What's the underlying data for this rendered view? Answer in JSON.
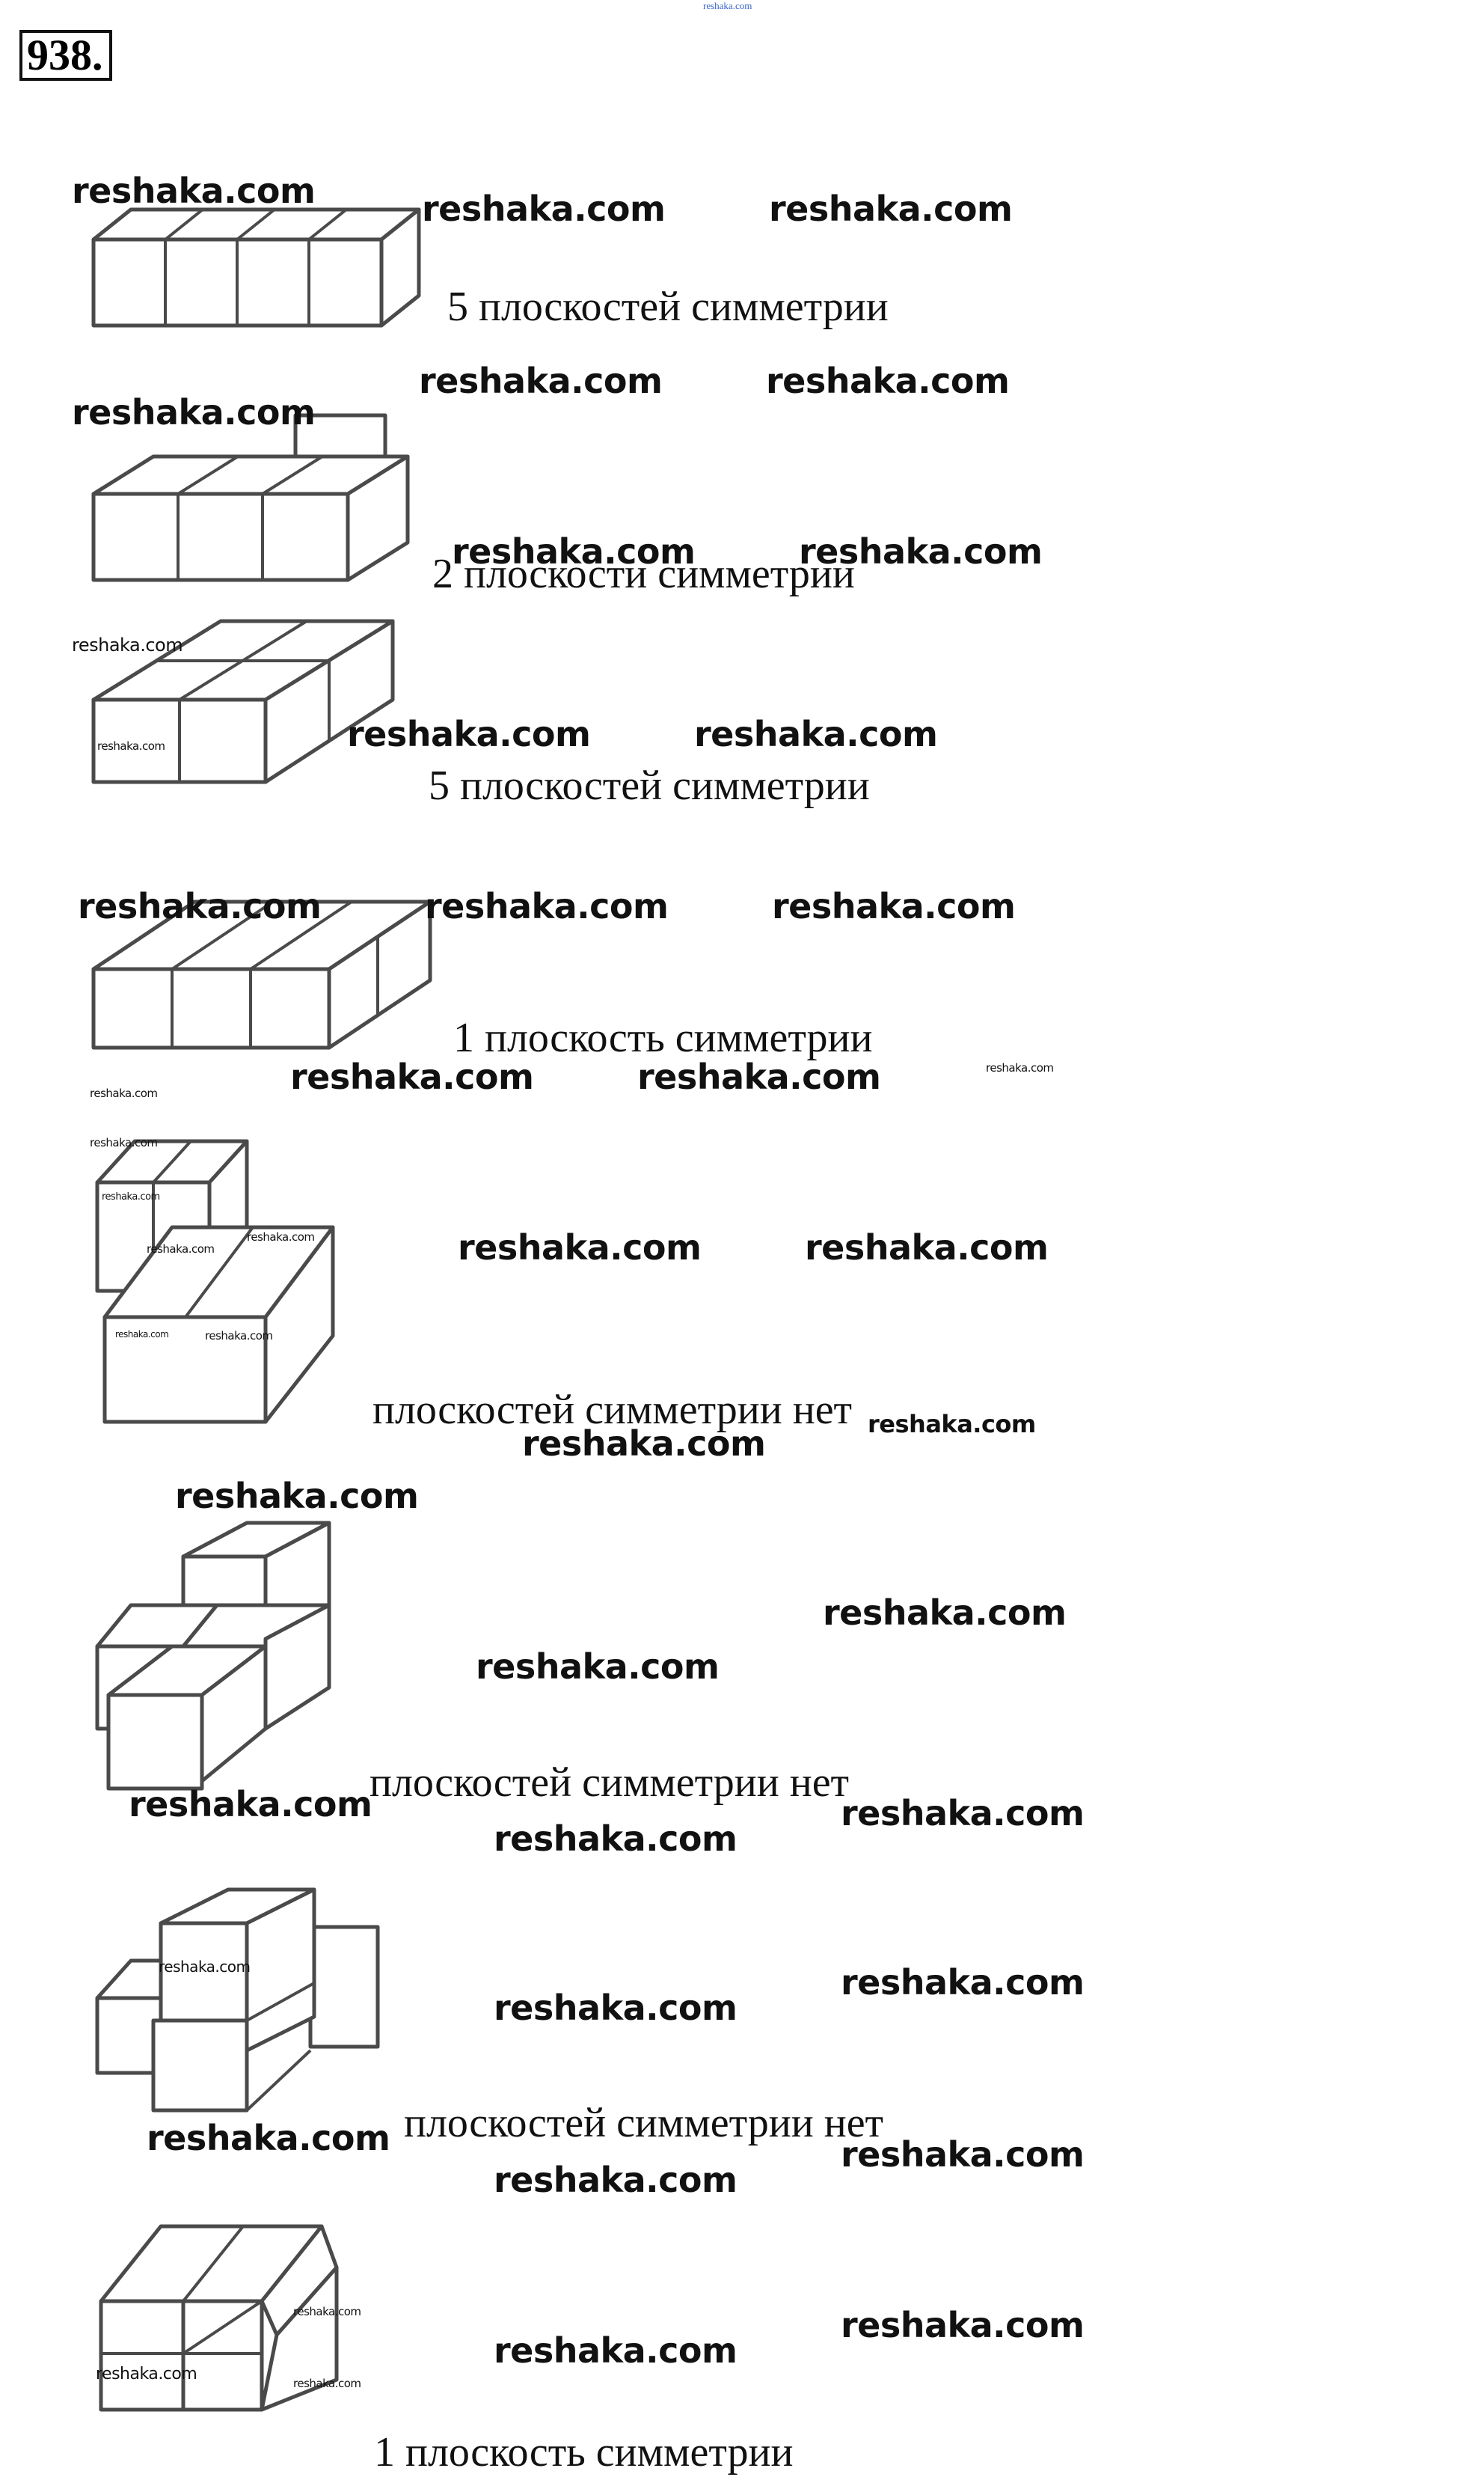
{
  "problem_number": "938.",
  "header_watermark": "reshaka.com",
  "watermark_text": "reshaka.com",
  "figures": [
    {
      "caption": "5 плоскостей симметрии"
    },
    {
      "caption": "2 плоскости симметрии"
    },
    {
      "caption": "5 плоскостей симметрии"
    },
    {
      "caption": "1 плоскость симметрии"
    },
    {
      "caption": "плоскостей симметрии нет"
    },
    {
      "caption": "плоскостей симметрии нет"
    },
    {
      "caption": "плоскостей симметрии нет"
    },
    {
      "caption": "1 плоскость симметрии"
    }
  ]
}
